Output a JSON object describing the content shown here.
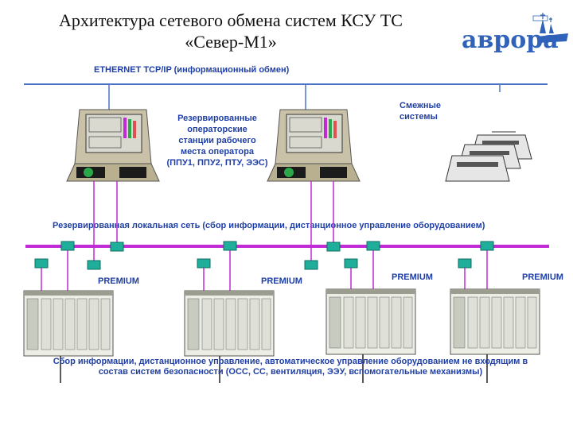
{
  "title_line1": "Архитектура сетевого обмена систем КСУ ТС",
  "title_line2": "«Север-М1»",
  "logo_text": "аврора",
  "ethernet_label": "ETHERNET  TCP/IP (информационный обмен)",
  "stations_label": [
    "Резервированные",
    "операторские",
    "станции рабочего",
    "места оператора",
    "(ППУ1, ППУ2, ПТУ, ЭЭС)"
  ],
  "adjacent_label": [
    "Смежные",
    "системы"
  ],
  "lan_label": "Резервированная локальная сеть (сбор информации,  дистанционное управление оборудованием)",
  "plc_labels": [
    "PREMIUM",
    "PREMIUM",
    "PREMIUM",
    "PREMIUM"
  ],
  "bottom_label": [
    "Сбор информации,  дистанционное управление, автоматическое  управление оборудованием не входящим в",
    "состав систем безопасности (ОСС, СС, вентиляция, ЭЭУ, вспомогательные механизмы)"
  ],
  "colors": {
    "ethernet": "#4a73c8",
    "lan": "#c02bd6",
    "text_blue": "#1f3fa6",
    "connector": "#1eae9a",
    "logo": "#2f62b8"
  }
}
